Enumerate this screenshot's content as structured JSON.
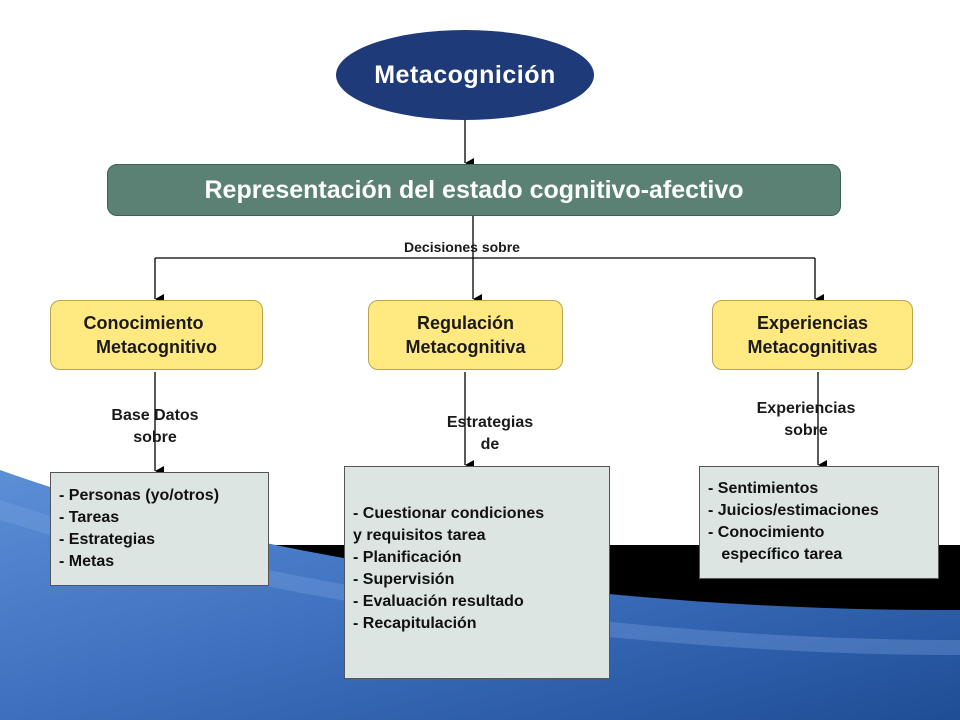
{
  "colors": {
    "title_fill": "#1e3a78",
    "bar_fill": "#5b8074",
    "node_fill": "#ffe980",
    "box_fill": "#dde5e3",
    "background_blue": "#3c6fbe"
  },
  "title": "Metacognición",
  "representation": "Representación del estado cognitivo-afectivo",
  "decisions_label": "Decisiones  sobre",
  "nodes": {
    "conocimiento": {
      "line1": "Conocimiento",
      "line2": "Metacognitivo"
    },
    "regulacion": {
      "line1": "Regulación",
      "line2": "Metacognitiva"
    },
    "experiencias": {
      "line1": "Experiencias",
      "line2": "Metacognitivas"
    }
  },
  "sub_labels": {
    "base": {
      "line1": "Base Datos",
      "line2": "sobre"
    },
    "estrategias": {
      "line1": "Estrategias",
      "line2": "de"
    },
    "experiencias": {
      "line1": "Experiencias",
      "line2": "sobre"
    }
  },
  "lists": {
    "conocimiento": [
      "- Personas (yo/otros)",
      "- Tareas",
      "- Estrategias",
      "- Metas"
    ],
    "regulacion": [
      "- Cuestionar condiciones",
      "y requisitos tarea",
      "- Planificación",
      "- Supervisión",
      "- Evaluación resultado",
      "- Recapitulación"
    ],
    "experiencias": [
      "- Sentimientos",
      "- Juicios/estimaciones",
      "- Conocimiento",
      "   específico tarea"
    ]
  }
}
